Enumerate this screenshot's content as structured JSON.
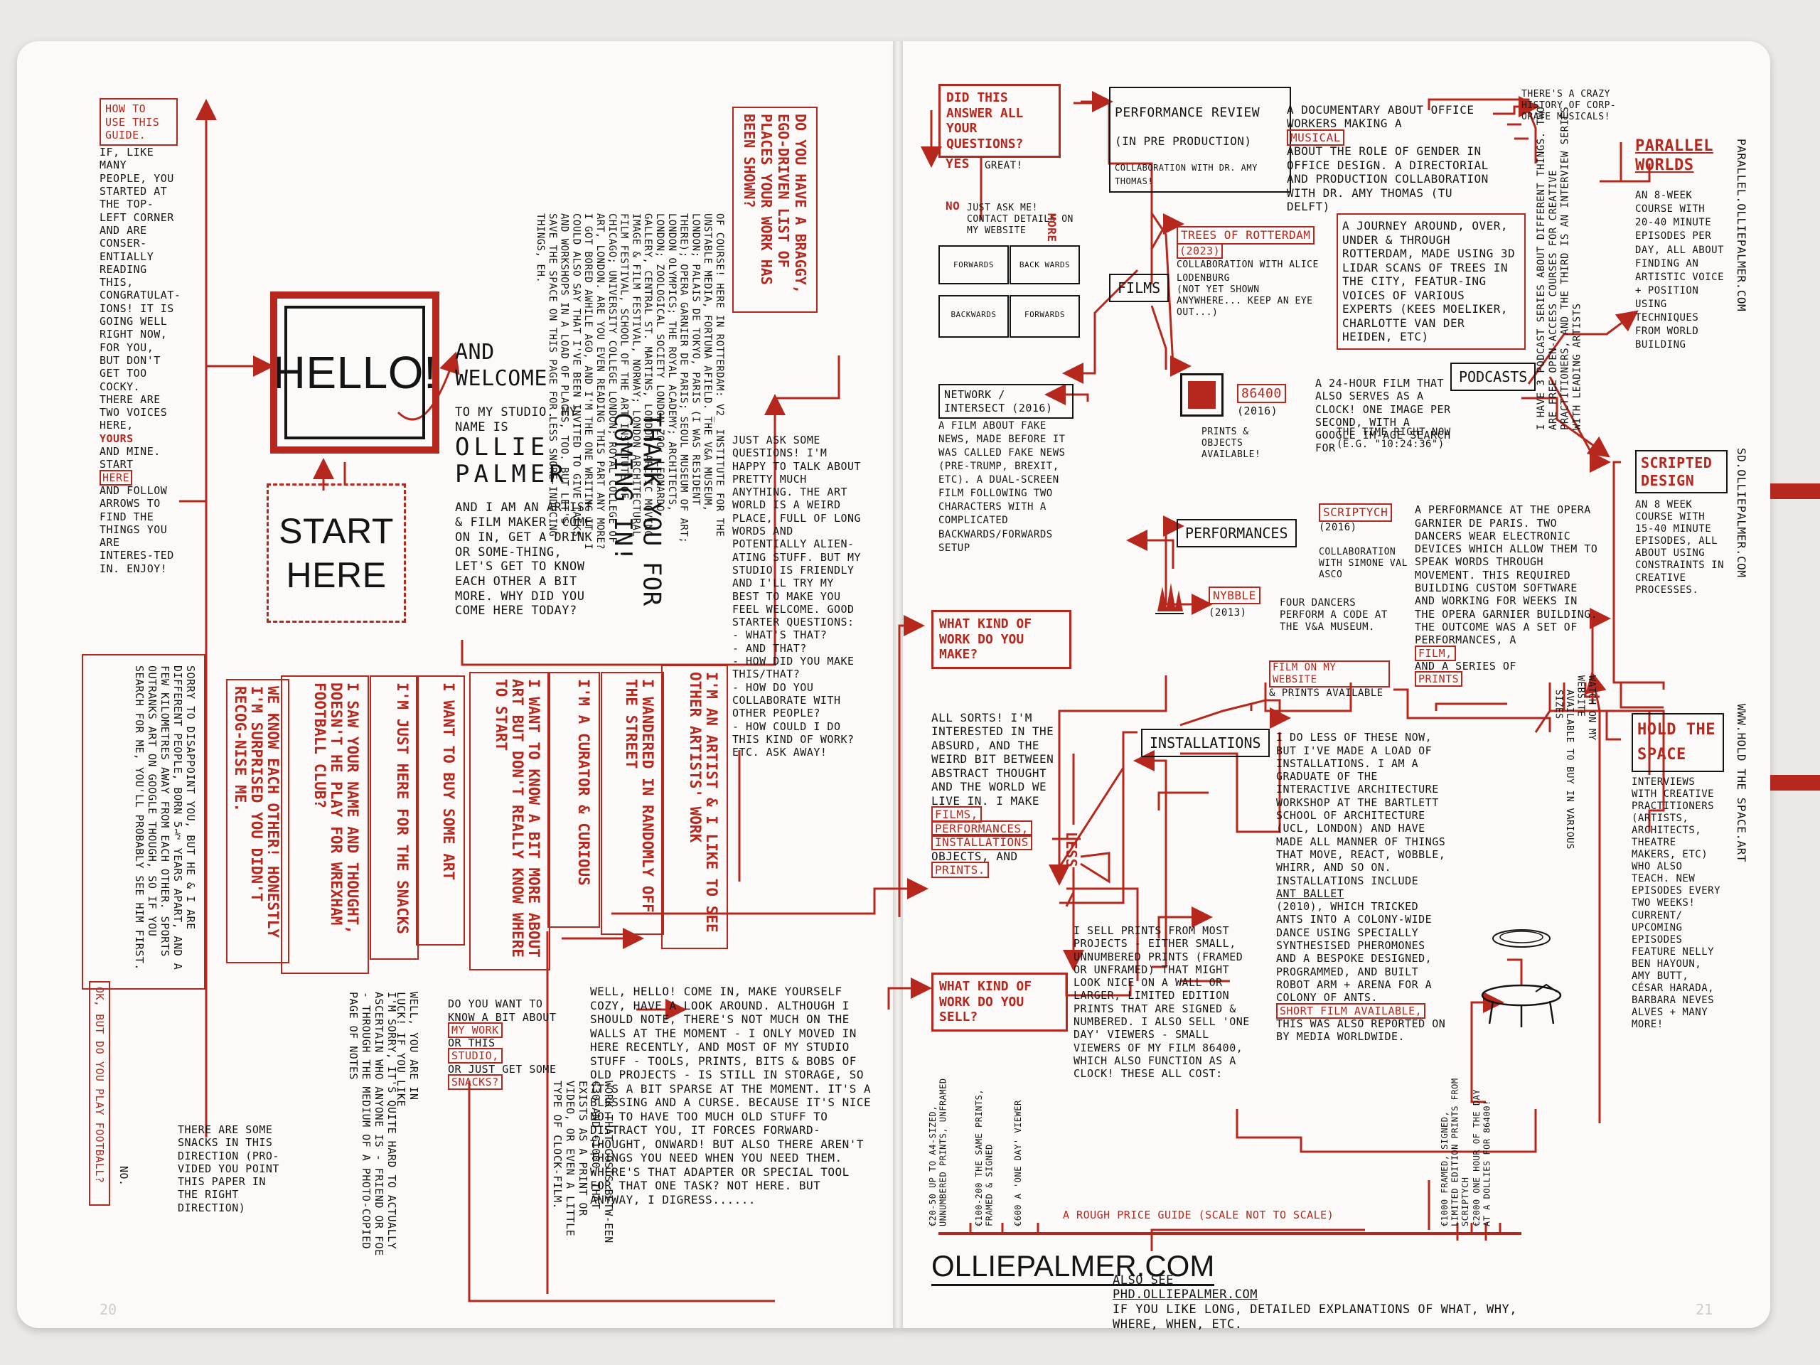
{
  "left": {
    "how_to_title": "HOW TO USE THIS GUIDE.",
    "how_to_body_1": "IF, LIKE MANY PEOPLE, YOU STARTED AT THE TOP-LEFT CORNER AND ARE CONSER-ENTIALLY READING THIS, CONGRATULAT-IONS! IT IS GOING WELL RIGHT NOW, FOR YOU, BUT DON'T GET TOO COCKY. THERE ARE TWO VOICES HERE,",
    "how_to_yours": "YOURS",
    "how_to_and_mine": "AND MINE.",
    "how_to_start": "START",
    "how_to_here": "HERE",
    "how_to_body_2": "AND FOLLOW ARROWS TO FIND THE THINGS YOU ARE INTERES-TED IN. ENJOY!",
    "hello": "HELLO!",
    "start_here": "START\nHERE",
    "welcome_title": "AND WELCOME",
    "welcome_body_1": "TO MY STUDIO. MY NAME IS",
    "welcome_name": "OLLIE\nPALMER",
    "welcome_body_2": "AND I AM AN ARTIST & FILM MAKER. COME ON IN, GET A DRINK OR SOME-THING, LET'S GET TO KNOW EACH OTHER A BIT MORE. WHY DID YOU COME HERE TODAY?",
    "thank_you": "THANK YOU FOR COMING IN!",
    "places_question": "DO YOU HAVE A BRAGGY, EGO-DRIVEN LIST OF PLACES YOUR WORK HAS BEEN SHOWN?",
    "places_answer": "OF COURSE! HERE IN ROTTERDAM: V2_ INSTITUTE FOR THE UNSTABLE MEDIA, FORTUNA AFIELD. THE V&A MUSEUM, LONDON; PALAIS DE TOKYO, PARIS (I WAS RESIDENT THERE); OPERA GARNIER DE PARIS; SEOUL MUSEUM OF ART; LONDON OLYMPICS; THE ROYAL ACADEMY; ARCHITECTS, LONDON; ZOOLOGICAL SOCIETY LONDON ZOO; LEONARDO GALLERY, CENTRAL ST. MARTINS, LONDON; ARCTIC MOVING IMAGE & FILM FESTIVAL, NORWAY; LONDON ARCHITECTURAL FILM FESTIVAL, SCHOOL OF THE ART INSTITUTE OF CHICAGO; UNIVERSITY COLLEGE LONDON; ROYAL COLLEGE OF ART, LONDON. ARE YOU EVEN READING THIS PART ANY MORE? I GOT BORED AWHILE AGO, AND I'M THE ONE WRITING IT. I COULD ALSO SAY THAT I'VE BEEN INVITED TO GIVE TALKS AND WORKSHOPS IN A LOAD OF PLACES, TOO. BUT LET'S SAVE THE SPACE ON THIS PAGE FOR LESS SNORE-INDUCING THINGS, EH.",
    "ask_questions": "JUST ASK SOME QUESTIONS! I'M HAPPY TO TALK ABOUT PRETTY MUCH ANYTHING. THE ART WORLD IS A WEIRD PLACE, FULL OF LONG WORDS AND POTENTIALLY ALIEN-ATING STUFF. BUT MY STUDIO IS FRIENDLY AND I'LL TRY MY BEST TO MAKE YOU FEEL WELCOME. GOOD STARTER QUESTIONS:\n- WHAT'S THAT?\n- AND THAT?\n- HOW DID YOU MAKE THIS/THAT?\n- HOW DO YOU COLLABORATE WITH OTHER PEOPLE?\n- HOW COULD I DO THIS KIND OF WORK?\nETC. ASK AWAY!",
    "reasons": [
      "I'M AN ARTIST & I LIKE TO SEE OTHER ARTISTS' WORK",
      "I WANDERED IN RANDOMLY OFF THE STREET",
      "I'M A CURATOR & CURIOUS",
      "I WANT TO KNOW A BIT MORE ABOUT ART BUT DON'T REALLY KNOW WHERE TO START",
      "I WANT TO BUY SOME ART",
      "I'M JUST HERE FOR THE SNACKS",
      "I SAW YOUR NAME AND THOUGHT, DOESN'T HE PLAY FOR WREXHAM FOOTBALL CLUB?",
      "WE KNOW EACH OTHER! HONESTLY I'M SURPRISED YOU DIDN'T RECOG-NISE ME."
    ],
    "football_answer": "SORRY TO DISAPPOINT YOU, BUT HE & I ARE DIFFERENT PEOPLE, BORN 5½ YEARS APART, AND A FEW KILOMETRES AWAY FROM EACH OTHER. SPORTS OUTRANKS ART ON GOOGLE THOUGH, SO IF YOU SEARCH FOR ME, YOU'LL PROBABLY SEE HIM FIRST.",
    "football_question": "OK, BUT DO YOU PLAY FOOTBALL?",
    "football_no": "NO.",
    "sorry_text": "I'M SORRY, IT'S QUITE HARD TO ACTUALLY ASCERTAIN WHO ANYONE IS - FRIEND OR FOE - THROUGH THE MEDIUM OF A PHOTO-COPIED PAGE OF NOTES",
    "snacks_direction": "THERE ARE SOME SNACKS IN THIS DIRECTION (PRO-VIDED YOU POINT THIS PAPER IN THE RIGHT DIRECTION)",
    "want_to_know_1": "DO YOU WANT TO KNOW A BIT ABOUT",
    "my_work": "MY WORK",
    "or_this": "OR THIS",
    "studio": "STUDIO,",
    "or_just_get_some": "OR JUST GET SOME",
    "snacks": "SNACKS?",
    "well_lucky": "WELL, YOU ARE IN LUCK! IF YOU LIKE",
    "art_cost": "WORK THAT COSTS BETW-EEN €30 AND €1000, THAT EXISTS AS A PRINT OR VIDEO, OR EVEN A LITTLE TYPE OF CLOCK-FILM.",
    "well_hello": "WELL, HELLO! COME IN, MAKE YOURSELF COZY, HAVE A LOOK AROUND. ALTHOUGH I SHOULD NOTE, THERE'S NOT MUCH ON THE WALLS AT THE MOMENT - I ONLY MOVED IN HERE RECENTLY, AND MOST OF MY STUDIO STUFF - TOOLS, PRINTS, BITS & BOBS OF OLD PROJECTS - IS STILL IN STORAGE, SO IT'S A BIT SPARSE AT THE MOMENT. IT'S A BLESSING AND A CURSE. BECAUSE IT'S NICE NOT TO HAVE TOO MUCH OLD STUFF TO DISTRACT YOU, IT FORCES FORWARD-THOUGHT, ONWARD! BUT ALSO THERE AREN'T THINGS YOU NEED WHEN YOU NEED THEM. WHERE'S THAT ADAPTER OR SPECIAL TOOL FOR THAT ONE TASK? NOT HERE. BUT ANYWAY, I DIGRESS......"
  },
  "right": {
    "did_this_answer": "DID THIS ANSWER ALL YOUR QUESTIONS?",
    "yes": "YES",
    "great": "GREAT!",
    "no": "NO",
    "just_ask_me": "JUST ASK ME! CONTACT DETAILS ON MY WEBSITE",
    "more": "MORE",
    "forwards": "FORWARDS",
    "back_wards": "BACK WARDS",
    "backwards": "BACKWARDS",
    "forwards_2": "FORWARDS",
    "network_title": "NETWORK / INTERSECT (2016)",
    "network_body": "A FILM ABOUT FAKE NEWS, MADE BEFORE IT WAS CALLED FAKE NEWS (PRE-TRUMP, BREXIT, ETC). A DUAL-SCREEN FILM FOLLOWING TWO CHARACTERS WITH A COMPLICATED BACKWARDS/FORWARDS SETUP",
    "what_kind_make": "WHAT KIND OF WORK DO YOU MAKE?",
    "make_answer": "ALL SORTS! I'M INTERESTED IN THE ABSURD, AND THE WEIRD BIT BETWEEN ABSTRACT THOUGHT AND THE WORLD WE LIVE IN. I MAKE",
    "films_label": "FILMS,",
    "performances_label": "PERFORMANCES,",
    "installations_label": "INSTALLATIONS",
    "objects_and": "OBJECTS, AND",
    "prints_label": "PRINTS.",
    "less": "LESS",
    "what_kind_sell": "WHAT KIND OF WORK DO YOU SELL?",
    "sell_answer_1": "I SELL PRINTS FROM MOST PROJECTS - EITHER SMALL, UNNUMBERED PRINTS (FRAMED OR UNFRAMED) THAT MIGHT LOOK NICE ON A WALL OR LARGER, LIMITED EDITION PRINTS THAT ARE SIGNED & NUMBERED. I ALSO SELL 'ONE DAY' VIEWERS - SMALL VIEWERS OF MY FILM 86400, WHICH ALSO FUNCTION AS A CLOCK! THESE ALL COST:",
    "price_1": "€20-50 UP TO A4-SIZED, UNNUMBERED PRINTS, UNFRAMED",
    "price_2": "€100-200 THE SAME PRINTS, FRAMED & SIGNED",
    "price_3": "€600 A 'ONE DAY' VIEWER",
    "price_4": "€1000 FRAMED, SIGNED, LIMITED EDITION PRINTS FROM SCRIPTYCH",
    "price_5": "€2000 ONE HOUR OF THE DAY AT A DOLLIES FOR 86400!",
    "price_guide": "A ROUGH PRICE GUIDE (SCALE NOT TO SCALE)",
    "website": "OLLIEPALMER.COM",
    "also_see": "ALSO SEE",
    "phd_url": "PHD.OLLIEPALMER.COM",
    "phd_text": "IF YOU LIKE LONG, DETAILED EXPLANATIONS OF WHAT, WHY, WHERE, WHEN, ETC.",
    "films": "FILMS",
    "performances": "PERFORMANCES",
    "installations": "INSTALLATIONS",
    "podcasts": "PODCASTS",
    "perf_review_title": "PERFORMANCE REVIEW",
    "perf_review_sub": "(IN PRE PRODUCTION)",
    "perf_review_collab": "COLLABORATION WITH DR. AMY THOMAS!",
    "perf_review_body_1": "A DOCUMENTARY ABOUT OFFICE WORKERS MAKING A",
    "musical": "MUSICAL",
    "perf_review_body_2": "ABOUT THE ROLE OF GENDER IN OFFICE DESIGN. A DIRECTORIAL AND PRODUCTION COLLABORATION WITH DR. AMY THOMAS (TU DELFT)",
    "crazy_history": "THERE'S A CRAZY HISTORY OF CORP-ORATE MUSICALS!",
    "trees_title": "TREES OF ROTTERDAM",
    "trees_year": "(2023)",
    "trees_collab": "COLLABORATION WITH ALICE LODENBURG",
    "trees_not_shown": "(NOT YET SHOWN ANYWHERE... KEEP AN EYE OUT...)",
    "trees_body": "A JOURNEY AROUND, OVER, UNDER & THROUGH ROTTERDAM, MADE USING 3D LIDAR SCANS OF TREES IN THE CITY, FEATUR-ING VOICES OF VARIOUS EXPERTS (KEES MOELIKER, CHARLOTTE VAN DER HEIDEN, ETC)",
    "podcasts_intro": "I HAVE 3 PODCAST SERIES ABOUT DIFFERENT THINGS. TWO ARE FREE OPEN-ACCESS COURSES FOR CREATIVE PRACTITIONERS, AND THE THIRD IS AN INTERVIEW SERIES WITH LEADING ARTISTS",
    "film_86400_title": "86400",
    "film_86400_year": "(2016)",
    "film_86400_body": "A 24-HOUR FILM THAT ALSO SERVES AS A CLOCK! ONE IMAGE PER SECOND, WITH A GOOGLE IM-AGE SEARCH FOR",
    "film_86400_time": "THE TIME RIGHT NOW (E.G. \"10:24:36\")",
    "prints_objects": "PRINTS & OBJECTS AVAILABLE!",
    "scriptych_title": "SCRIPTYCH",
    "scriptych_year": "(2016)",
    "scriptych_collab": "COLLABORATION WITH SIMONE VAL ASCO",
    "scriptych_body_1": "A PERFORMANCE AT THE OPERA GARNIER DE PARIS. TWO DANCERS WEAR ELECTRONIC DEVICES WHICH ALLOW THEM TO SPEAK WORDS THROUGH MOVEMENT. THIS REQUIRED BUILDING CUSTOM SOFTWARE AND WORKING FOR WEEKS IN THE OPERA GARNIER BUILDING. THE OUTCOME WAS A SET OF PERFORMANCES, A",
    "scriptych_film": "FILM,",
    "scriptych_body_2": "AND A SERIES OF",
    "scriptych_prints": "PRINTS",
    "nybble_title": "NYBBLE",
    "nybble_year": "(2013)",
    "nybble_body": "FOUR DANCERS PERFORM A CODE AT THE V&A MUSEUM.",
    "nybble_film": "FILM ON MY WEBSITE",
    "nybble_prints": "& PRINTS AVAILABLE",
    "watch_website": "WATCH ON MY WEBSITE",
    "buy_sizes": "AVAILABLE TO BUY IN VARIOUS SIZES",
    "installations_body_1": "I DO LESS OF THESE NOW, BUT I'VE MADE A LOAD OF INSTALLATIONS. I AM A GRADUATE OF THE INTERACTIVE ARCHITECTURE WORKSHOP AT THE BARTLETT SCHOOL OF ARCHITECTURE (UCL, LONDON) AND HAVE MADE ALL MANNER OF THINGS THAT MOVE, REACT, WOBBLE, WHIRR, AND SO ON. INSTALLATIONS INCLUDE",
    "ant_ballet": "ANT BALLET",
    "installations_body_2": "(2010), WHICH TRICKED ANTS INTO A COLONY-WIDE DANCE USING SPECIALLY SYNTHESISED PHEROMONES AND A BESPOKE DESIGNED, PROGRAMMED, AND BUILT ROBOT ARM + ARENA FOR A COLONY OF ANTS.",
    "short_film": "SHORT FILM AVAILABLE,",
    "installations_body_3": "THIS WAS ALSO REPORTED ON BY MEDIA WORLDWIDE.",
    "parallel_title": "PARALLEL WORLDS",
    "parallel_body": "AN 8-WEEK COURSE WITH 20-40 MINUTE EPISODES PER DAY, ALL ABOUT FINDING AN ARTISTIC VOICE + POSITION USING TECHNIQUES FROM WORLD BUILDING",
    "parallel_url": "PARALLEL.OLLIEPALMER.COM",
    "scripted_title": "SCRIPTED DESIGN",
    "scripted_body": "AN 8 WEEK COURSE WITH 15-40 MINUTE EPISODES, ALL ABOUT USING CONSTRAINTS IN CREATIVE PROCESSES.",
    "scripted_url": "SD.OLLIEPALMER.COM",
    "hold_title": "HOLD THE SPACE",
    "hold_body": "INTERVIEWS WITH CREATIVE PRACTITIONERS (ARTISTS, ARCHITECTS, THEATRE MAKERS, ETC) WHO ALSO TEACH. NEW EPISODES EVERY TWO WEEKS! CURRENT/ UPCOMING EPISODES FEATURE NELLY BEN HAYOUN, AMY BUTT, CÉSAR HARADA, BARBARA NEVES ALVES + MANY MORE!",
    "hold_url": "WWW.HOLD THE SPACE.ART"
  },
  "page_numbers": {
    "left": "20",
    "right": "21"
  },
  "colors": {
    "ink": "#141414",
    "red": "#b6271d",
    "paper": "#fbfaf8"
  }
}
